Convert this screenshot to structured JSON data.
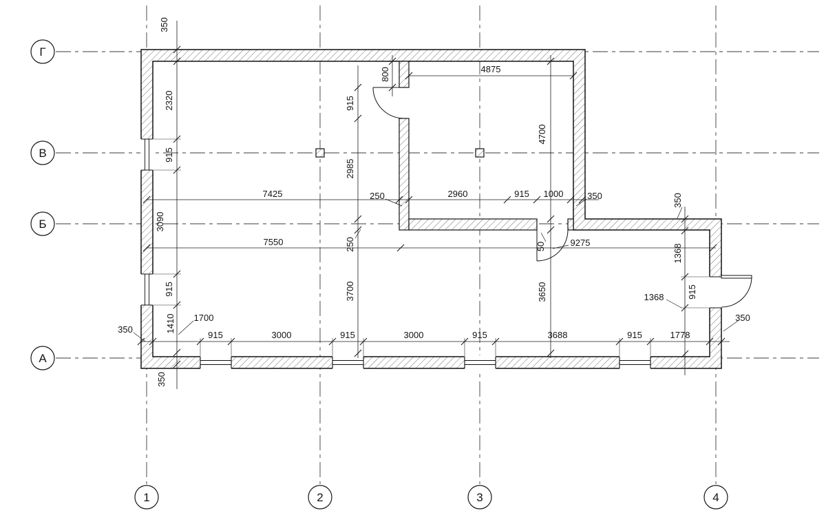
{
  "drawing": {
    "type": "architectural-floor-plan",
    "background": "#ffffff",
    "line_color": "#141414"
  },
  "grid": {
    "columns": [
      "1",
      "2",
      "3",
      "4"
    ],
    "rows": [
      "Г",
      "В",
      "Б",
      "А"
    ]
  },
  "dims": {
    "left": [
      "350",
      "2320",
      "915",
      "3090",
      "915",
      "1410",
      "350"
    ],
    "bottom": [
      "915",
      "3000",
      "915",
      "3000",
      "915",
      "3688",
      "915",
      "1778"
    ],
    "bottom_left": [
      "350",
      "1700"
    ],
    "bottom_right": [
      "350"
    ],
    "row_upper": [
      "7425",
      "250",
      "2960",
      "915",
      "1000",
      "350"
    ],
    "row_lower": [
      "7550",
      "50",
      "9275"
    ],
    "top": [
      "4875"
    ],
    "col_mid": [
      "915",
      "2985",
      "250",
      "3700"
    ],
    "col_door": [
      "800"
    ],
    "col_right_room": [
      "4700",
      "3650"
    ],
    "right_side": [
      "350",
      "1368",
      "915",
      "1368"
    ]
  }
}
